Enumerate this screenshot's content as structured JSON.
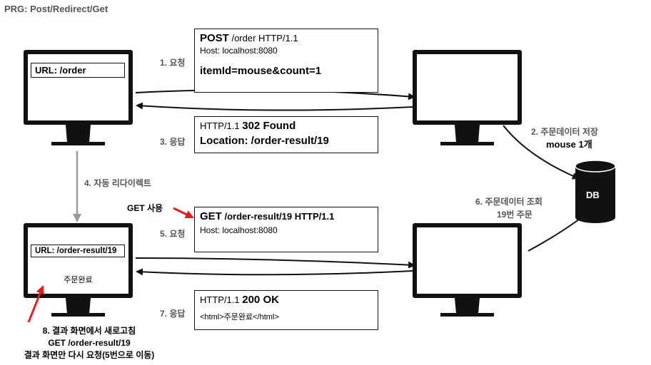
{
  "title": "PRG: Post/Redirect/Get",
  "steps": {
    "s1": "1. 요청",
    "s2a": "2. 주문데이터 저장",
    "s2b": "mouse 1개",
    "s3": "3. 응답",
    "s4": "4. 자동 리다이렉트",
    "s5": "5. 요청",
    "s6a": "6. 주문데이터 조회",
    "s6b": "19번 주문",
    "s7": "7. 응답"
  },
  "get_label": "GET 사용",
  "boxes": {
    "post": {
      "method": "POST",
      "path": " /order HTTP/1.1",
      "host": "Host: localhost:8080",
      "body": "itemId=mouse&count=1"
    },
    "resp302": {
      "status_pre": "HTTP/1.1 ",
      "status": "302 Found",
      "location": "Location: /order-result/19"
    },
    "get": {
      "method": "GET",
      "path": " /order-result/19 HTTP/1.1",
      "host": "Host: localhost:8080"
    },
    "resp200": {
      "status_pre": "HTTP/1.1 ",
      "status": "200 OK",
      "body": "<html>주문완료</html>"
    }
  },
  "client1": {
    "url": "URL: /order"
  },
  "client2": {
    "url": "URL: /order-result/19",
    "content": "주문완료"
  },
  "db_label": "DB",
  "note": {
    "line1": "8. 결과 화면에서 새로고침",
    "line2": "GET /order-result/19",
    "line3": "결과 화면만 다시 요청(5번으로 이동)"
  },
  "colors": {
    "red": "#e02020",
    "gray": "#999999",
    "step_text": "#555555"
  }
}
